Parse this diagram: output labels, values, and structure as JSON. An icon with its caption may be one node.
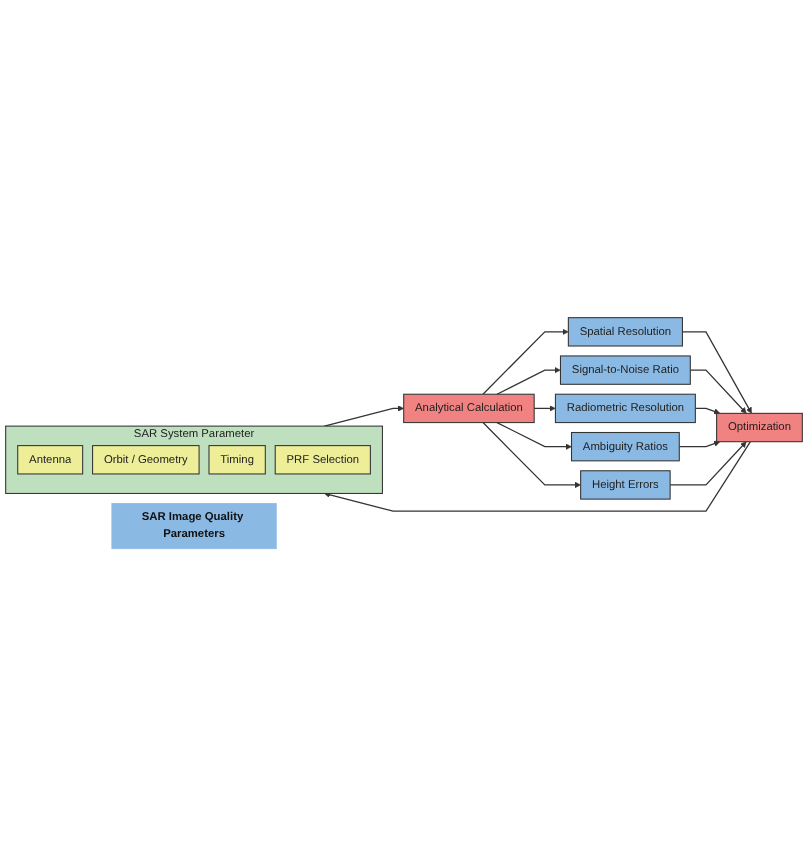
{
  "diagram": {
    "nodes": [
      {
        "text": [
          "SAR System Parameter"
        ]
      },
      {
        "text": [
          "Antenna"
        ],
        "in": 0
      },
      {
        "text": [
          "Orbit / Geometry"
        ],
        "in": 0
      },
      {
        "text": [
          "Timing"
        ],
        "in": 0
      },
      {
        "text": [
          "PRF Selection"
        ],
        "in": 0
      },
      {
        "text": [
          "Optimization"
        ]
      },
      {
        "text": [
          "SAR Image Quality Parameters"
        ]
      },
      {
        "text": [
          "Analytical Calculation"
        ]
      },
      {
        "text": [
          "Spatial Resolution"
        ]
      },
      {
        "text": [
          "Signal-to-Noise Ratio"
        ]
      },
      {
        "text": [
          "Radiometric Resolution"
        ]
      },
      {
        "text": [
          "Ambiguity Ratios"
        ]
      },
      {
        "text": [
          "Height Errors"
        ]
      }
    ],
    "edges": [
      {
        "from": 0,
        "to": 7,
        "arrow": "to"
      },
      {
        "from": 7,
        "to": 8,
        "arrow": "to"
      },
      {
        "from": 7,
        "to": 9,
        "arrow": "to"
      },
      {
        "from": 7,
        "to": 10,
        "arrow": "to"
      },
      {
        "from": 7,
        "to": 11,
        "arrow": "to"
      },
      {
        "from": 7,
        "to": 12,
        "arrow": "to"
      },
      {
        "from": 8,
        "to": 5,
        "arrow": "to"
      },
      {
        "from": 9,
        "to": 5,
        "arrow": "to"
      },
      {
        "from": 10,
        "to": 5,
        "arrow": "to"
      },
      {
        "from": 11,
        "to": 5,
        "arrow": "to"
      },
      {
        "from": 12,
        "to": 5,
        "arrow": "to"
      },
      {
        "from": 5,
        "to": 0,
        "arrow": "to"
      }
    ]
  }
}
